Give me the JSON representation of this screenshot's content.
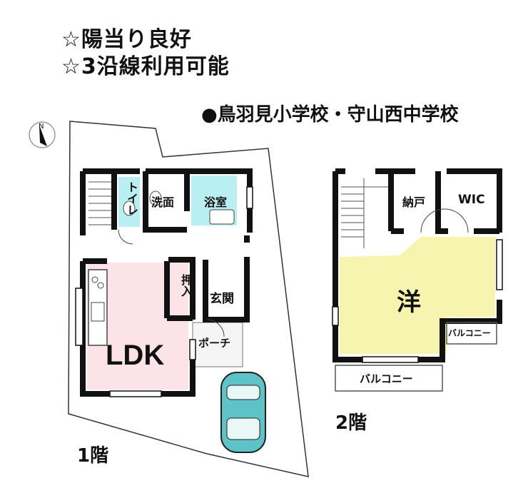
{
  "headline": {
    "line1": "☆陽当り良好",
    "line2": "☆3沿線利用可能",
    "schools": "●鳥羽見小学校・守山西中学校"
  },
  "floor1": {
    "label": "1階",
    "rooms": {
      "toilet": "トイレ",
      "wash": "洗面",
      "bath": "浴室",
      "closet": "押入",
      "entrance": "玄関",
      "ldk": "LDK",
      "porch": "ポーチ"
    }
  },
  "floor2": {
    "label": "2階",
    "rooms": {
      "storage": "納戸",
      "wic": "WIC",
      "western": "洋",
      "balcony_small": "バルコニー",
      "balcony_large": "バルコニー"
    }
  },
  "compass": {
    "north_label": "N"
  },
  "colors": {
    "wall": "#111111",
    "ldk_fill": "#fbe3e8",
    "wet_fill": "#b9eef2",
    "western_fill": "#f7f4b0",
    "car": "#5ec3c7"
  }
}
